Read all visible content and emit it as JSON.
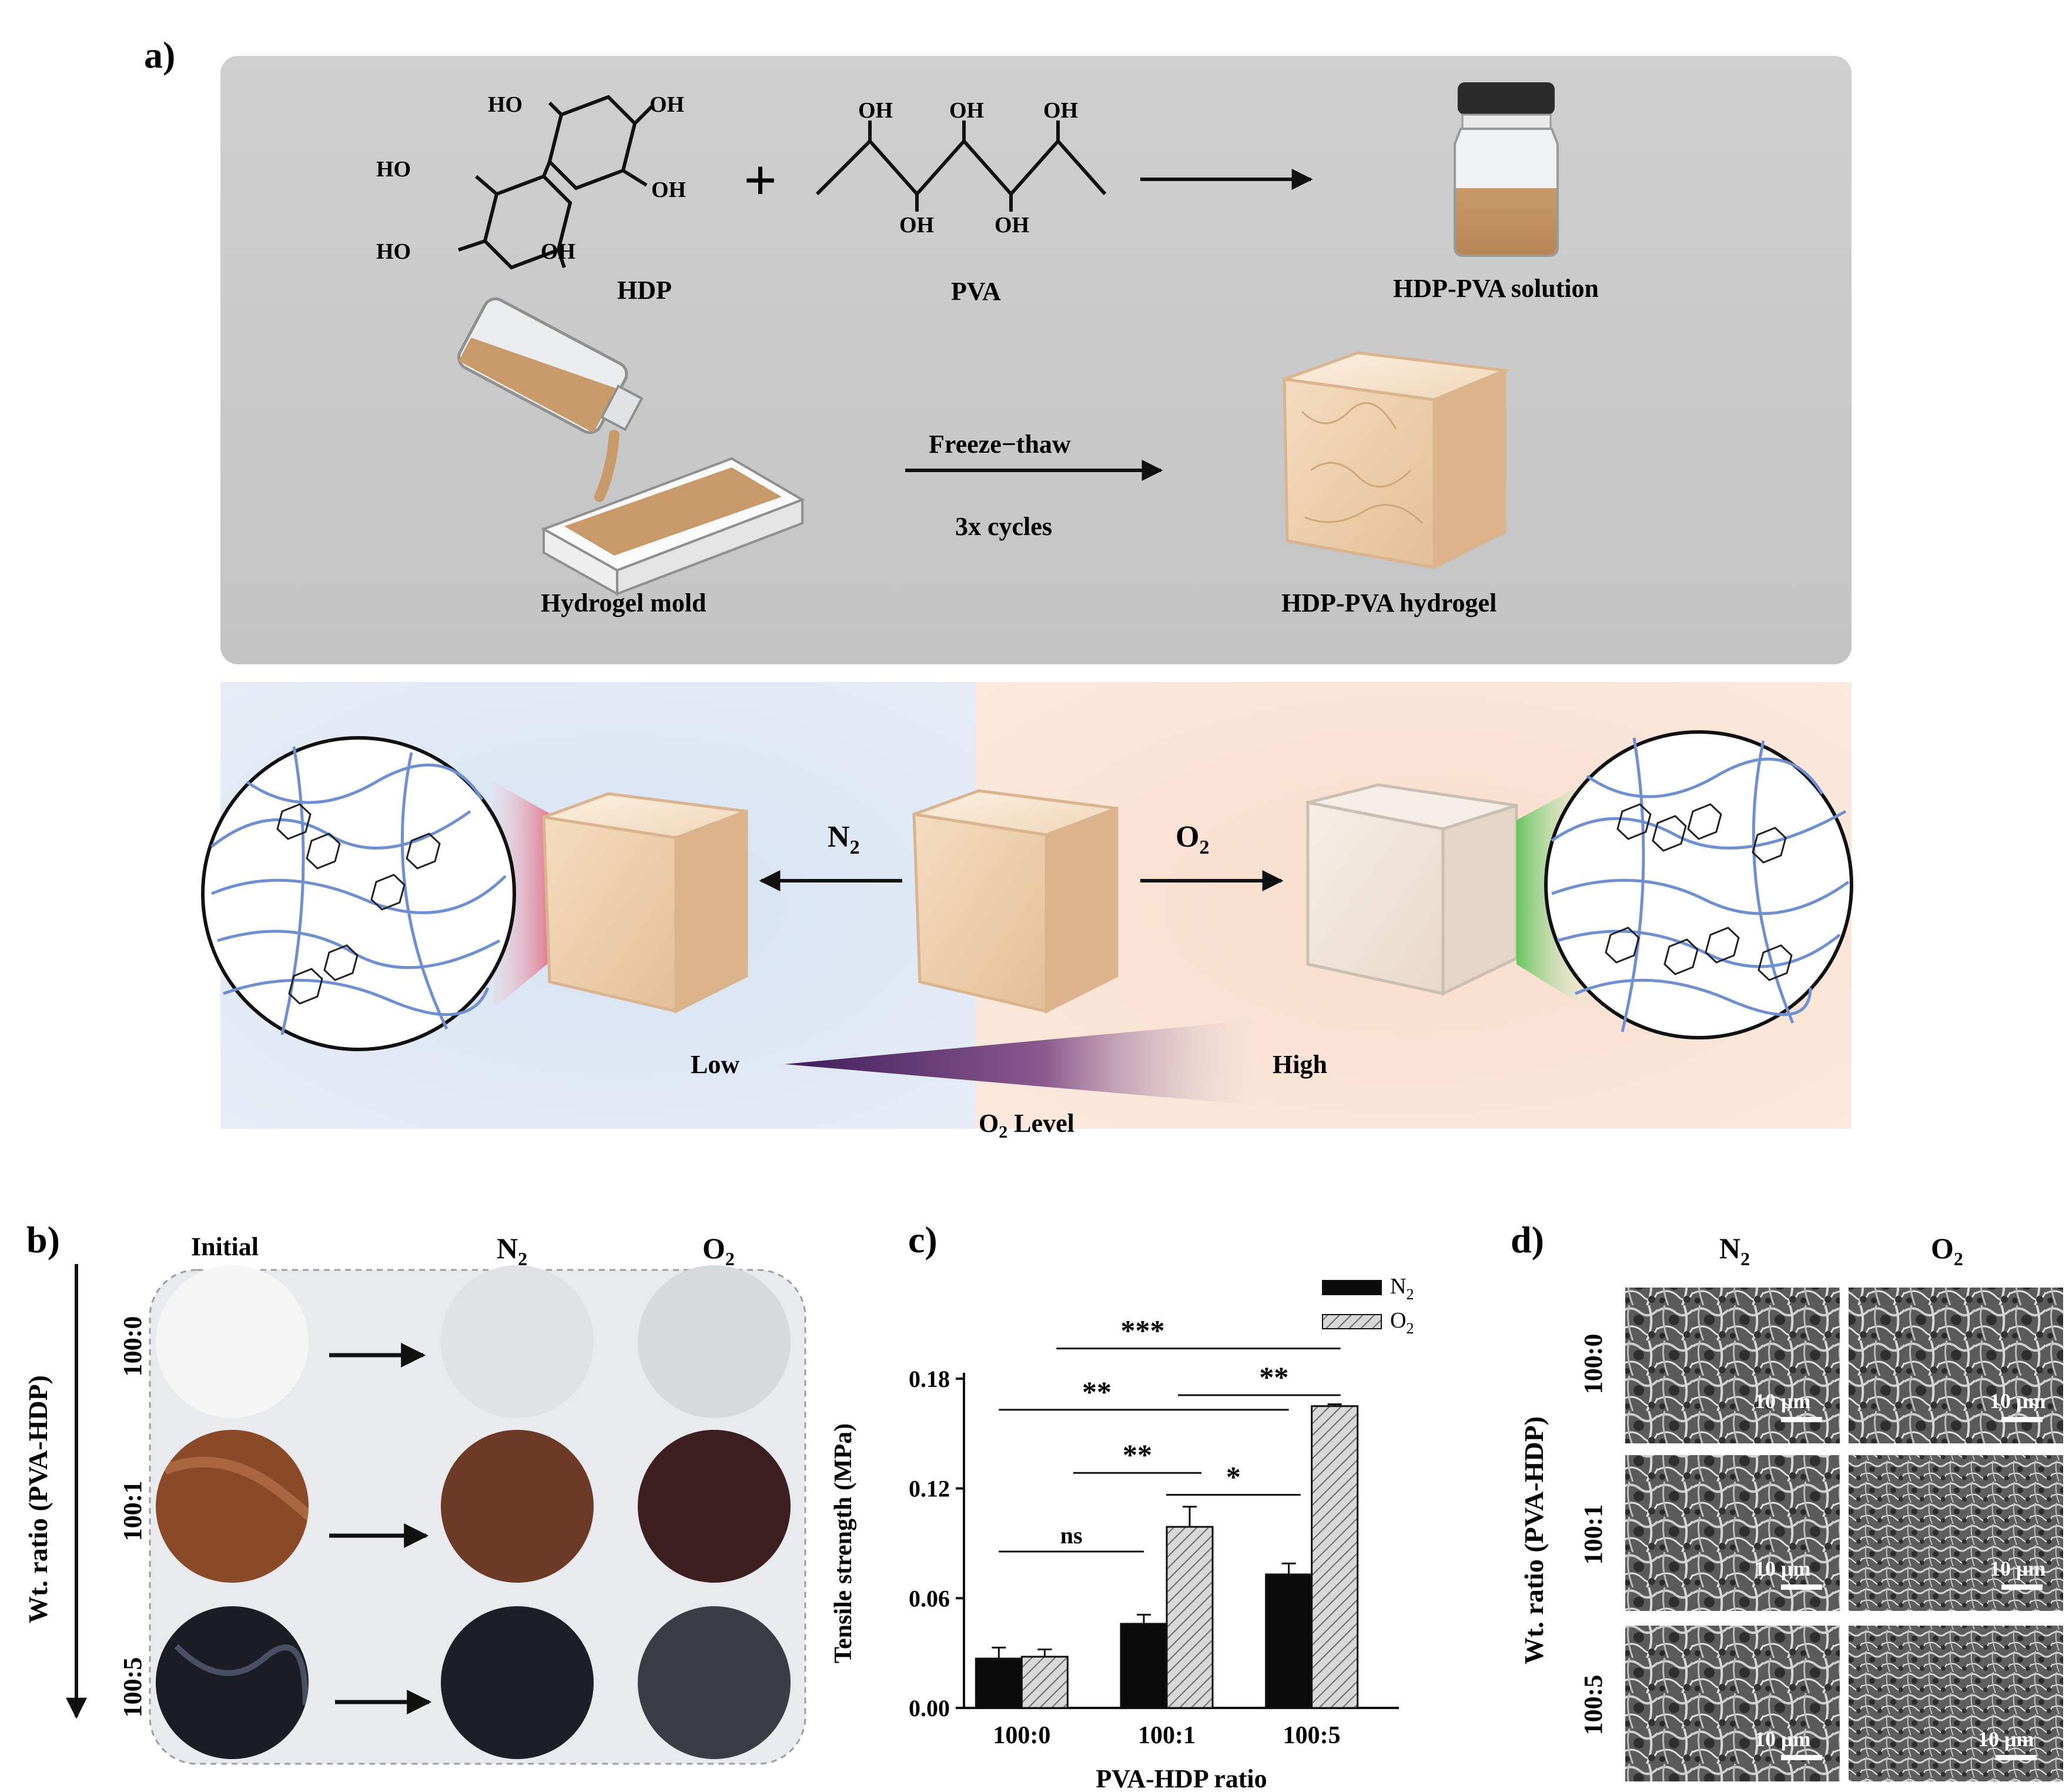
{
  "panel_a": {
    "letter": "a)",
    "hdp_label": "HDP",
    "pva_label": "PVA",
    "solution_label": "HDP-PVA solution",
    "plus": "+",
    "mold_label": "Hydrogel mold",
    "freeze_label": "Freeze−thaw",
    "cycles_label": "3x cycles",
    "hydrogel_label": "HDP-PVA hydrogel",
    "hdp_groups": [
      "HO",
      "OH",
      "HO",
      "OH",
      "HO",
      "OH"
    ],
    "pva_groups": [
      "OH",
      "OH",
      "OH",
      "OH",
      "OH"
    ],
    "n2_label": "N",
    "n2_sub": "2",
    "o2_label": "O",
    "o2_sub": "2",
    "low_label": "Low",
    "high_label": "High",
    "o2_level_prefix": "O",
    "o2_level_sub": "2",
    "o2_level_suffix": " Level"
  },
  "panel_b": {
    "letter": "b)",
    "col_initial": "Initial",
    "col_n2": "N",
    "col_n2_sub": "2",
    "col_o2": "O",
    "col_o2_sub": "2",
    "axis_label": "Wt. ratio (PVA-HDP)",
    "rows": [
      "100:0",
      "100:1",
      "100:5"
    ]
  },
  "panel_c": {
    "letter": "c)"
  },
  "panel_d": {
    "letter": "d)",
    "col_n2": "N",
    "col_n2_sub": "2",
    "col_o2": "O",
    "col_o2_sub": "2",
    "axis_label": "Wt. ratio (PVA-HDP)",
    "rows": [
      "100:0",
      "100:1",
      "100:5"
    ],
    "scale_bar": "10 μm"
  },
  "chart_data": {
    "type": "bar",
    "categories": [
      "100:0",
      "100:1",
      "100:5"
    ],
    "series": [
      {
        "name": "N₂",
        "values": [
          0.027,
          0.046,
          0.073
        ],
        "errors": [
          0.006,
          0.005,
          0.006
        ]
      },
      {
        "name": "O₂",
        "values": [
          0.028,
          0.099,
          0.165
        ],
        "errors": [
          0.004,
          0.011,
          0.001
        ]
      }
    ],
    "xlabel": "PVA-HDP ratio",
    "ylabel": "Tensile strength (MPa)",
    "ylim": [
      0,
      0.18
    ],
    "yticks": [
      "0.00",
      "0.06",
      "0.12",
      "0.18"
    ],
    "legend": [
      {
        "label": "N",
        "sub": "2",
        "style": "solid-black"
      },
      {
        "label": "O",
        "sub": "2",
        "style": "hatched-gray"
      }
    ],
    "legend_position": "top-right",
    "significance": [
      {
        "label": "ns",
        "from": "100:0",
        "to": "100:1"
      },
      {
        "label": "**",
        "from": "100:1",
        "to": "100:1 O2"
      },
      {
        "label": "*",
        "from": "100:1 O2",
        "to": "100:5"
      },
      {
        "label": "**",
        "from": "100:0",
        "to": "100:5"
      },
      {
        "label": "**",
        "from": "100:1 O2",
        "to": "100:5 O2"
      },
      {
        "label": "***",
        "from": "100:0 O2",
        "to": "100:5 O2"
      }
    ]
  }
}
